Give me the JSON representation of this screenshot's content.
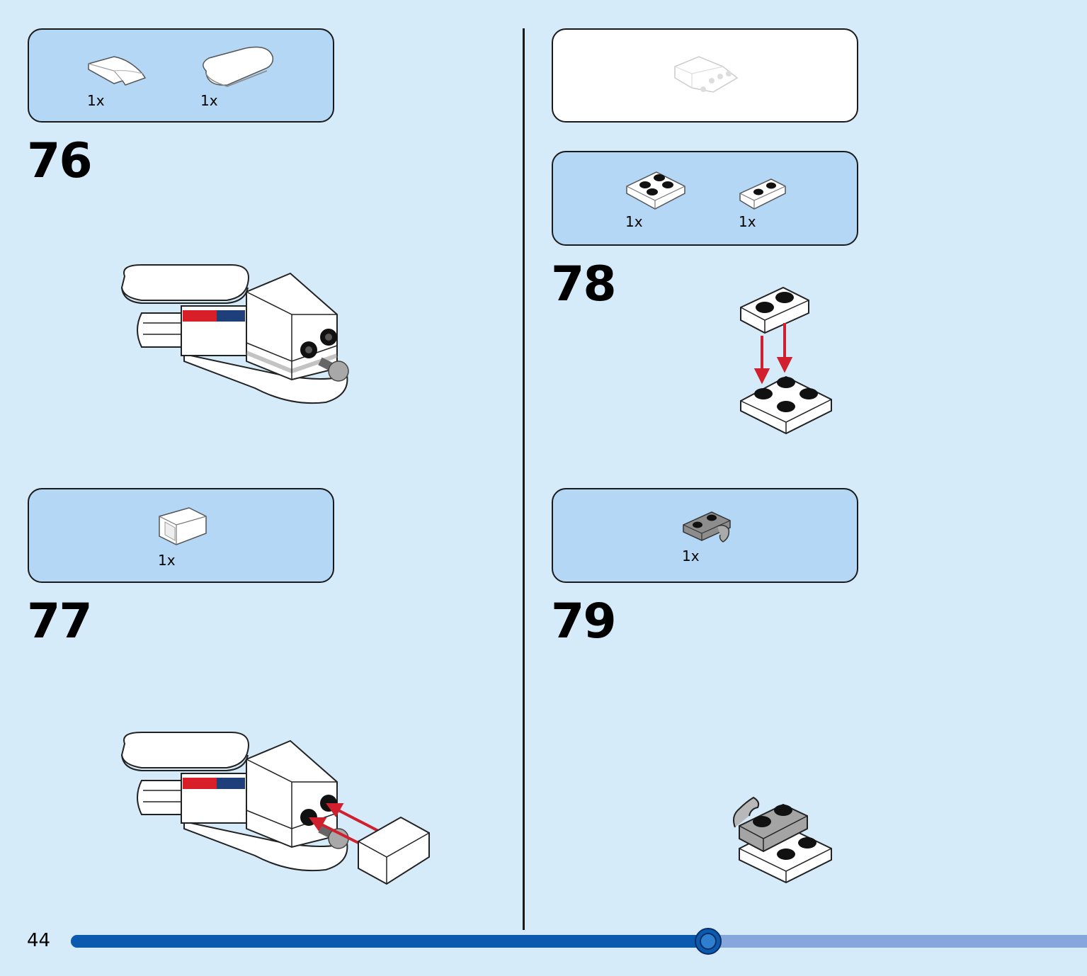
{
  "page": {
    "page_number": "44",
    "progress": 0.6271,
    "colors": {
      "background": "#d6ebfa",
      "parts_panel": "#b3d7f4",
      "progress_done": "#0b5ab0",
      "progress_todo": "#85a7db",
      "arrow": "#d0202e"
    }
  },
  "steps": [
    {
      "number": "76",
      "parts": [
        {
          "quantity": "1x",
          "icon": "curved-slope-tile-icon"
        },
        {
          "quantity": "1x",
          "icon": "rounded-plate-icon"
        }
      ]
    },
    {
      "number": "77",
      "parts": [
        {
          "quantity": "1x",
          "icon": "bracket-tile-icon"
        }
      ]
    },
    {
      "number": "78",
      "parts": [
        {
          "quantity": "1x",
          "icon": "plate-2x2-icon"
        },
        {
          "quantity": "1x",
          "icon": "plate-1x2-icon"
        }
      ]
    },
    {
      "number": "79",
      "parts": [
        {
          "quantity": "1x",
          "icon": "clip-plate-icon"
        }
      ]
    }
  ],
  "submodel_preview": {
    "icon": "submodel-preview-icon"
  }
}
